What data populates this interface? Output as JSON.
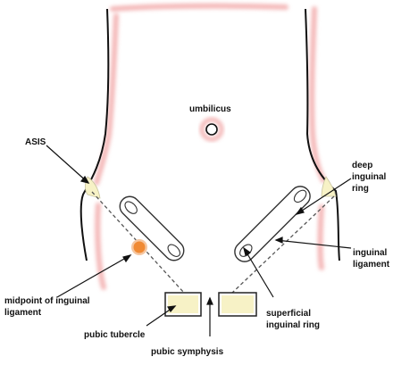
{
  "diagram": {
    "labels": {
      "umbilicus": "umbilicus",
      "asis": "ASIS",
      "deep_ring_1": "deep",
      "deep_ring_2": "inguinal",
      "deep_ring_3": "ring",
      "inguinal_ligament_1": "inguinal",
      "inguinal_ligament_2": "ligament",
      "midpoint_1": "midpoint of inguinal",
      "midpoint_2": "ligament",
      "superficial_ring_1": "superficial",
      "superficial_ring_2": "inguinal ring",
      "pubic_tubercle": "pubic tubercle",
      "pubic_symphysis": "pubic symphysis"
    },
    "colors": {
      "outline": "#111111",
      "skin_glow": "#f4b8b8",
      "bone_fill": "#f7f2c6",
      "midpoint_marker": "#f08a34",
      "marker_ring": "#f5c6a0"
    }
  }
}
